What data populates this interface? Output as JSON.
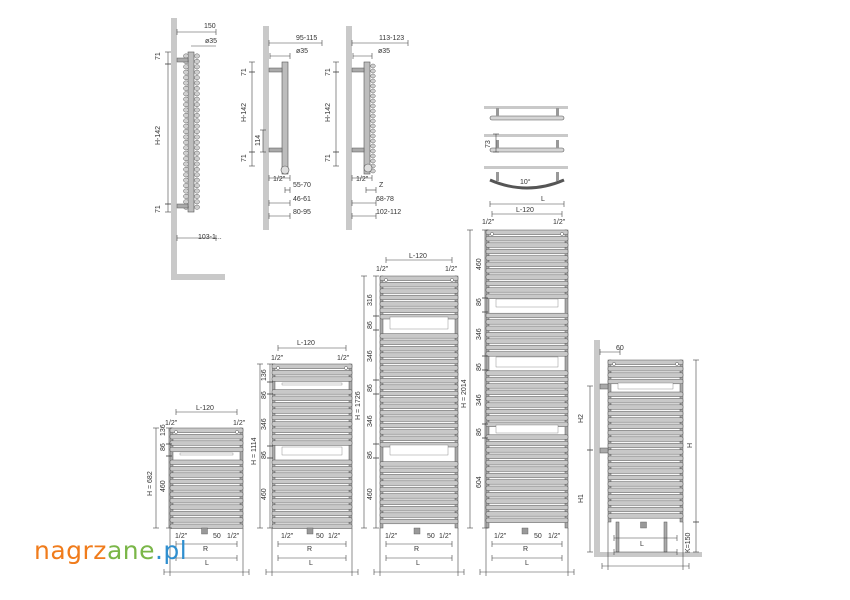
{
  "logo": {
    "text_a": "nagrz",
    "text_b": "ane",
    "text_c": ".pl",
    "colors": {
      "orange": "#f07c1c",
      "green": "#7ab648",
      "blue": "#2f8fcf"
    }
  },
  "colors": {
    "radiator_fill": "#c8c8c8",
    "radiator_stroke": "#555555",
    "wall": "#c9c9c9",
    "line": "#444444"
  },
  "side1": {
    "w": "150",
    "d": "ø35",
    "top": "71",
    "h": "H-142",
    "bot": "71",
    "off": "103-1..."
  },
  "side2": {
    "w": "95-115",
    "d": "ø35",
    "top": "71",
    "h": "H-142",
    "mid": "114",
    "bot": "71",
    "half": "1/2\"",
    "r1": "55-70",
    "r2": "46-61",
    "r3": "80-95"
  },
  "side3": {
    "w": "113-123",
    "d": "ø35",
    "top": "71",
    "h": "H-142",
    "bot": "71",
    "half": "1/2\"",
    "z": "Z",
    "r1": "68-78",
    "r2": "102-112"
  },
  "top_views": {
    "v": "73",
    "angle": "10°",
    "l": "L"
  },
  "front1": {
    "l120": "L-120",
    "half": "1/2\"",
    "h": "H = 682",
    "s1": "136",
    "s2": "86",
    "s3": "460",
    "b50": "50",
    "r": "R",
    "l": "L"
  },
  "front2": {
    "l120": "L-120",
    "half": "1/2\"",
    "h": "H = 1114",
    "s1": "136",
    "s2": "86",
    "s3": "346",
    "s4": "86",
    "s5": "460",
    "b50": "50",
    "r": "R",
    "l": "L"
  },
  "front3": {
    "l120": "L-120",
    "half": "1/2\"",
    "h": "H = 1726",
    "s1": "316",
    "s2": "86",
    "s3": "346",
    "s4": "86",
    "s5": "346",
    "s6": "86",
    "s7": "460",
    "b50": "50",
    "r": "R",
    "l": "L"
  },
  "front4": {
    "l120": "L-120",
    "half": "1/2\"",
    "h": "H = 2014",
    "s1": "460",
    "s2": "86",
    "s3": "346",
    "s4": "86",
    "s5": "346",
    "s6": "86",
    "s7": "604",
    "b50": "50",
    "r": "R",
    "l": "L"
  },
  "floor": {
    "w": "60",
    "h2": "H2",
    "h1": "H1",
    "h": "H",
    "k": "K=150",
    "l": "L"
  }
}
